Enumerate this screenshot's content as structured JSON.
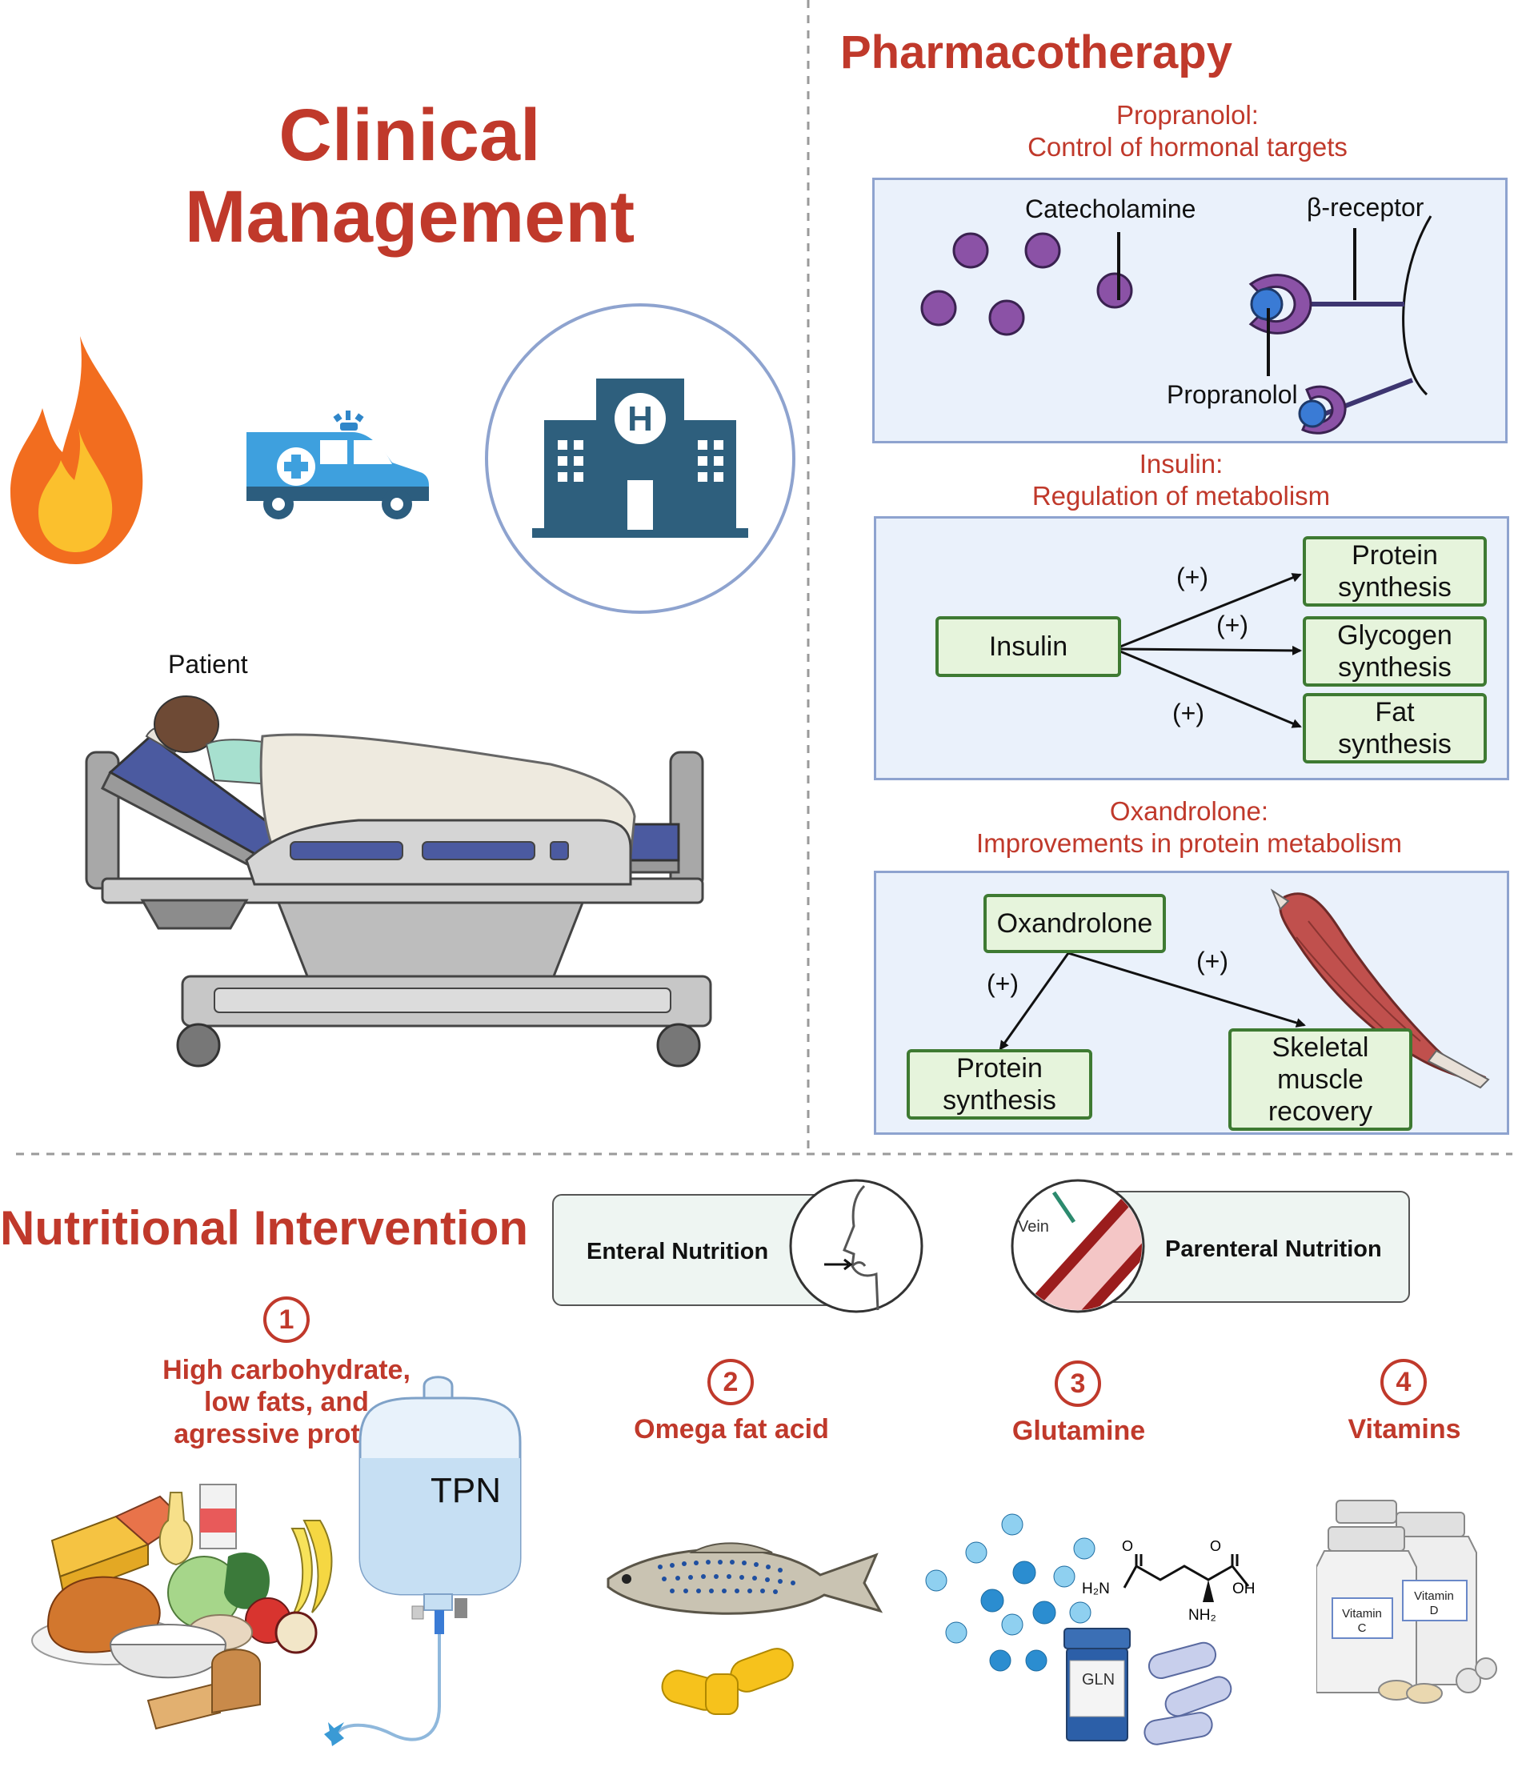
{
  "clinical": {
    "title_line1": "Clinical",
    "title_line2": "Management",
    "patient_label": "Patient"
  },
  "pharma": {
    "title": "Pharmacotherapy",
    "propranolol": {
      "title_line1": "Propranolol:",
      "title_line2": "Control of hormonal targets",
      "catecholamine_label": "Catecholamine",
      "receptor_label": "β-receptor",
      "propranolol_label": "Propranolol"
    },
    "insulin": {
      "title_line1": "Insulin:",
      "title_line2": "Regulation of metabolism",
      "source": "Insulin",
      "targets": [
        {
          "line1": "Protein",
          "line2": "synthesis"
        },
        {
          "line1": "Glycogen",
          "line2": "synthesis"
        },
        {
          "line1": "Fat",
          "line2": "synthesis"
        }
      ],
      "plus": [
        "(+)",
        "(+)",
        "(+)"
      ]
    },
    "oxandrolone": {
      "title_line1": "Oxandrolone:",
      "title_line2": "Improvements in protein metabolism",
      "source": "Oxandrolone",
      "target1_line1": "Protein",
      "target1_line2": "synthesis",
      "target2_line1": "Skeletal",
      "target2_line2": "muscle",
      "target2_line3": "recovery",
      "plus": [
        "(+)",
        "(+)"
      ]
    }
  },
  "nutrition": {
    "title": "Nutritional Intervention",
    "enteral": "Enteral Nutrition",
    "parenteral": "Parenteral Nutrition",
    "vein_label": "Vein",
    "items": [
      {
        "num": "1",
        "line1": "High carbohydrate,",
        "line2": "low fats, and",
        "line3": "agressive protein"
      },
      {
        "num": "2",
        "line1": "Omega fat acid"
      },
      {
        "num": "3",
        "line1": "Glutamine"
      },
      {
        "num": "4",
        "line1": "Vitamins"
      }
    ],
    "tpn_label": "TPN",
    "gln_label": "GLN",
    "chem": {
      "h2n": "H₂N",
      "oh": "OH",
      "nh2": "NH₂",
      "o1": "O",
      "o2": "O"
    },
    "vitamin_c": {
      "line1": "Vitamin",
      "line2": "C"
    },
    "vitamin_d": {
      "line1": "Vitamin",
      "line2": "D"
    }
  },
  "colors": {
    "accent_red": "#c0392b",
    "panel_bg": "#eaf1fb",
    "panel_border": "#8ea3cf",
    "box_green": "#3e7a32",
    "box_fill": "#e6f4dc"
  }
}
